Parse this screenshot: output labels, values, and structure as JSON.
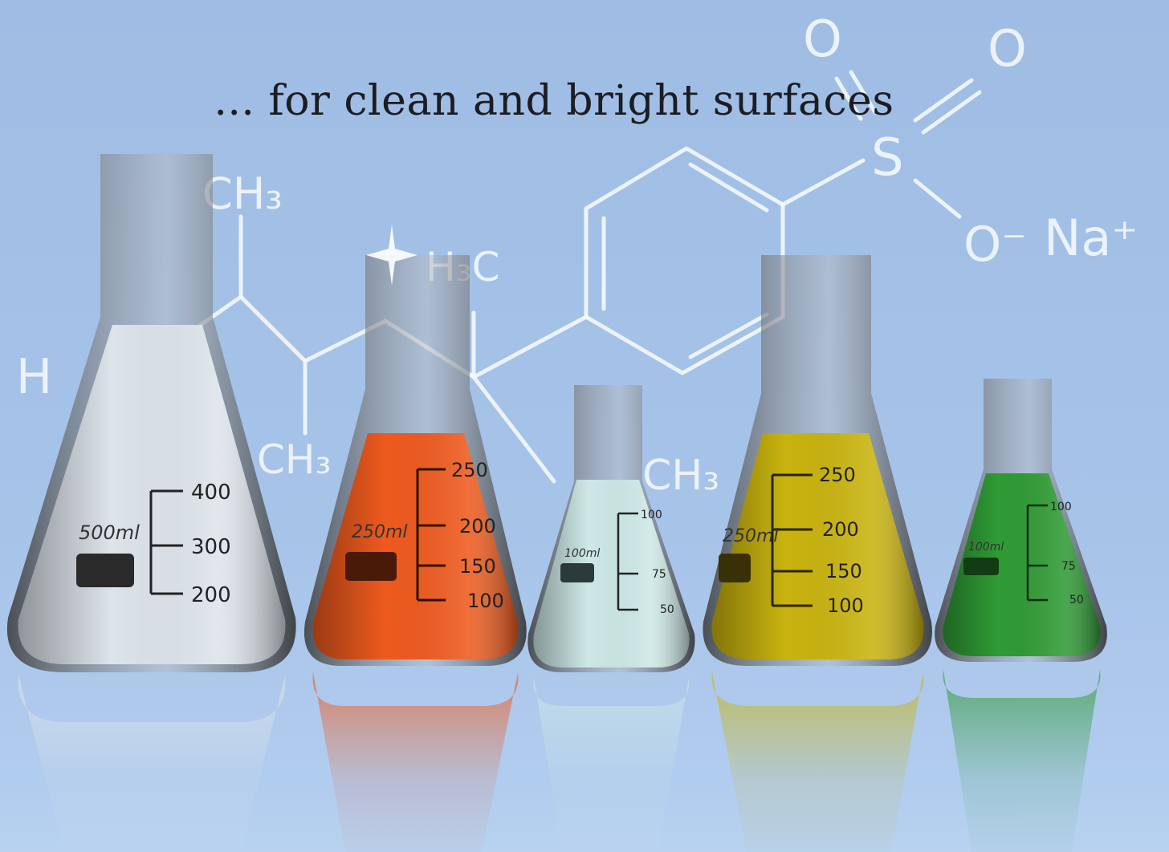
{
  "tagline": "... for clean and bright surfaces",
  "chemistry": {
    "labels": [
      "CH₃",
      "H₃C",
      "CH₃",
      "CH₃",
      "H",
      "S",
      "O",
      "O",
      "O⁻",
      "Na⁺"
    ]
  },
  "flasks": [
    {
      "volume": "500ml",
      "ticks": [
        "400",
        "300",
        "200"
      ],
      "liquid_color": "#dde4ea"
    },
    {
      "volume": "250ml",
      "ticks": [
        "250",
        "200",
        "150",
        "100"
      ],
      "liquid_color": "#ee5a1e"
    },
    {
      "volume": "100ml",
      "ticks": [
        "100",
        "75",
        "50"
      ],
      "liquid_color": "#cde8e6"
    },
    {
      "volume": "250ml",
      "ticks": [
        "250",
        "200",
        "150",
        "100"
      ],
      "liquid_color": "#c9b40f"
    },
    {
      "volume": "100ml",
      "ticks": [
        "100",
        "75",
        "50"
      ],
      "liquid_color": "#2f9b35"
    }
  ],
  "colors": {
    "background": "#a2c0e6",
    "chalk": "#f4f8ff",
    "tagline": "#1c1c22"
  }
}
